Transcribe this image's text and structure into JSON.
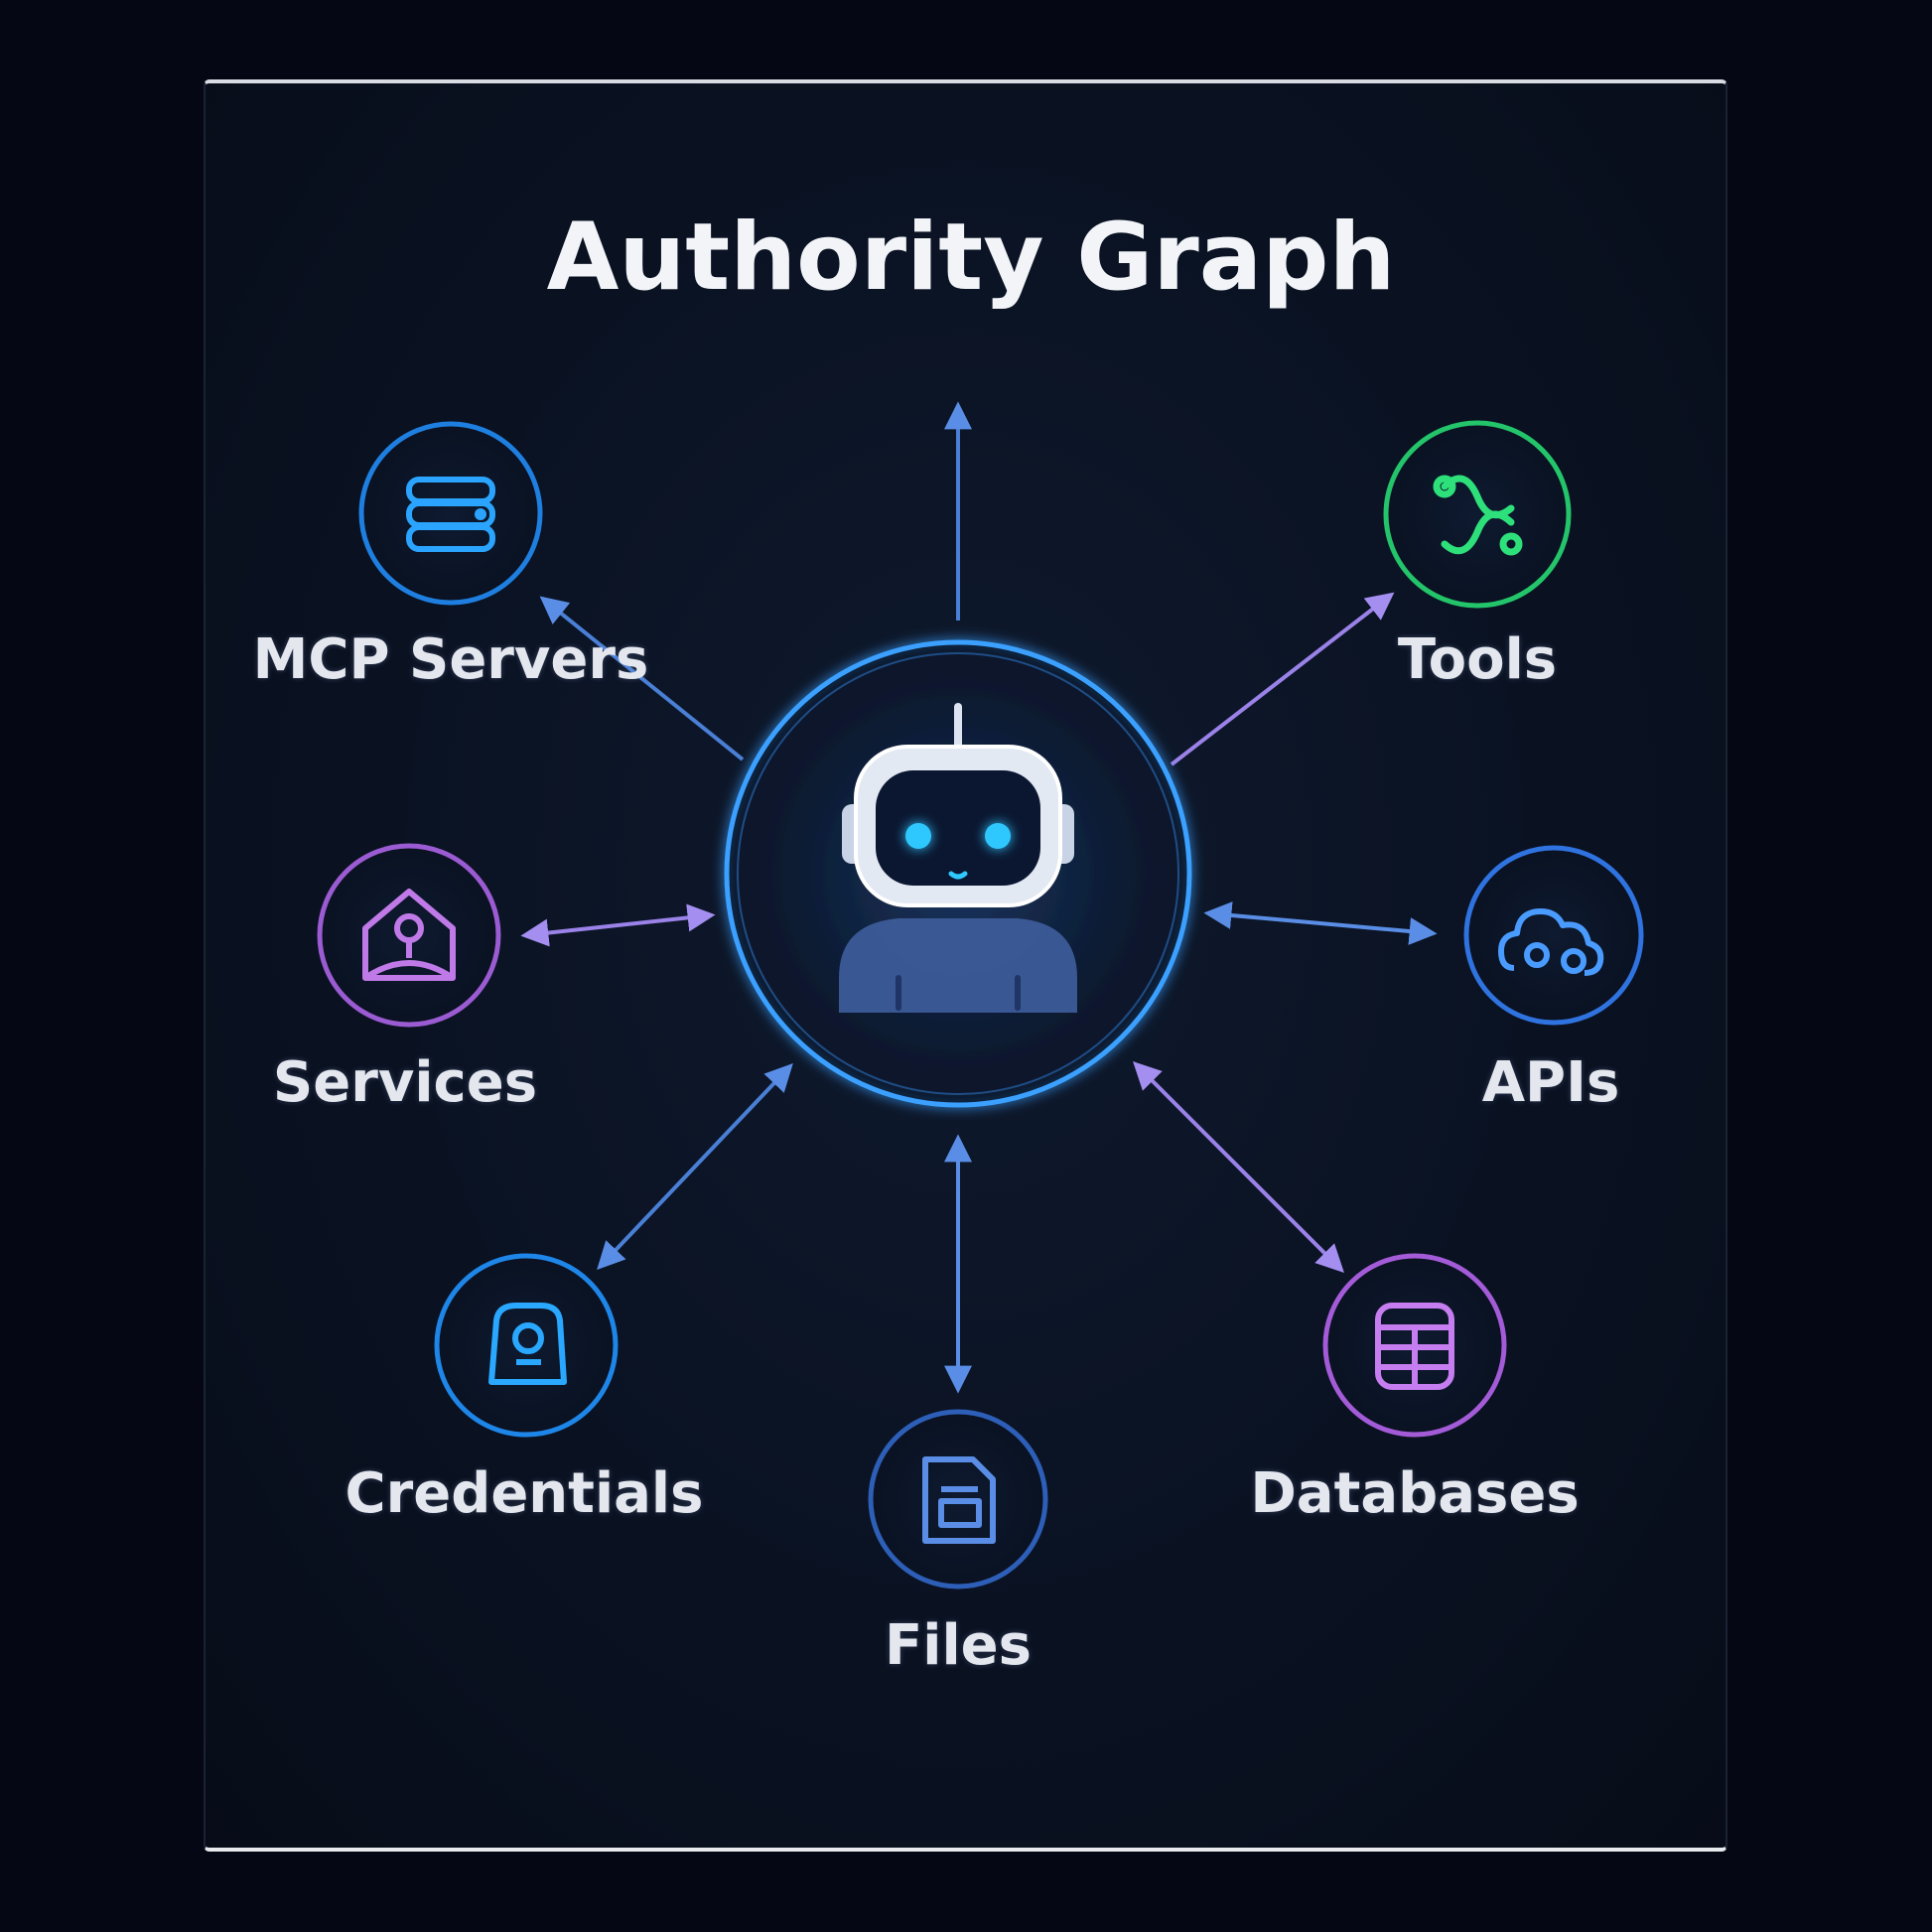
{
  "title": "Authority Graph",
  "center": {
    "icon": "robot-icon"
  },
  "nodes": [
    {
      "id": "mcp-servers",
      "label": "MCP Servers",
      "icon": "server-stack-icon",
      "color": "#1e9bff"
    },
    {
      "id": "tools",
      "label": "Tools",
      "icon": "tools-icon",
      "color": "#2ee07a"
    },
    {
      "id": "services",
      "label": "Services",
      "icon": "services-icon",
      "color": "#b067e0"
    },
    {
      "id": "apis",
      "label": "APIs",
      "icon": "cloud-api-icon",
      "color": "#3d8bff"
    },
    {
      "id": "credentials",
      "label": "Credentials",
      "icon": "credentials-icon",
      "color": "#1ea4ff"
    },
    {
      "id": "files",
      "label": "Files",
      "icon": "file-icon",
      "color": "#3a6fd0"
    },
    {
      "id": "databases",
      "label": "Databases",
      "icon": "database-icon",
      "color": "#b86ee6"
    }
  ],
  "colors": {
    "background": "#050814",
    "center_ring": "#3aa0ff",
    "arrow_blue": "#4a7fd6",
    "arrow_purple": "#9a82e8"
  }
}
